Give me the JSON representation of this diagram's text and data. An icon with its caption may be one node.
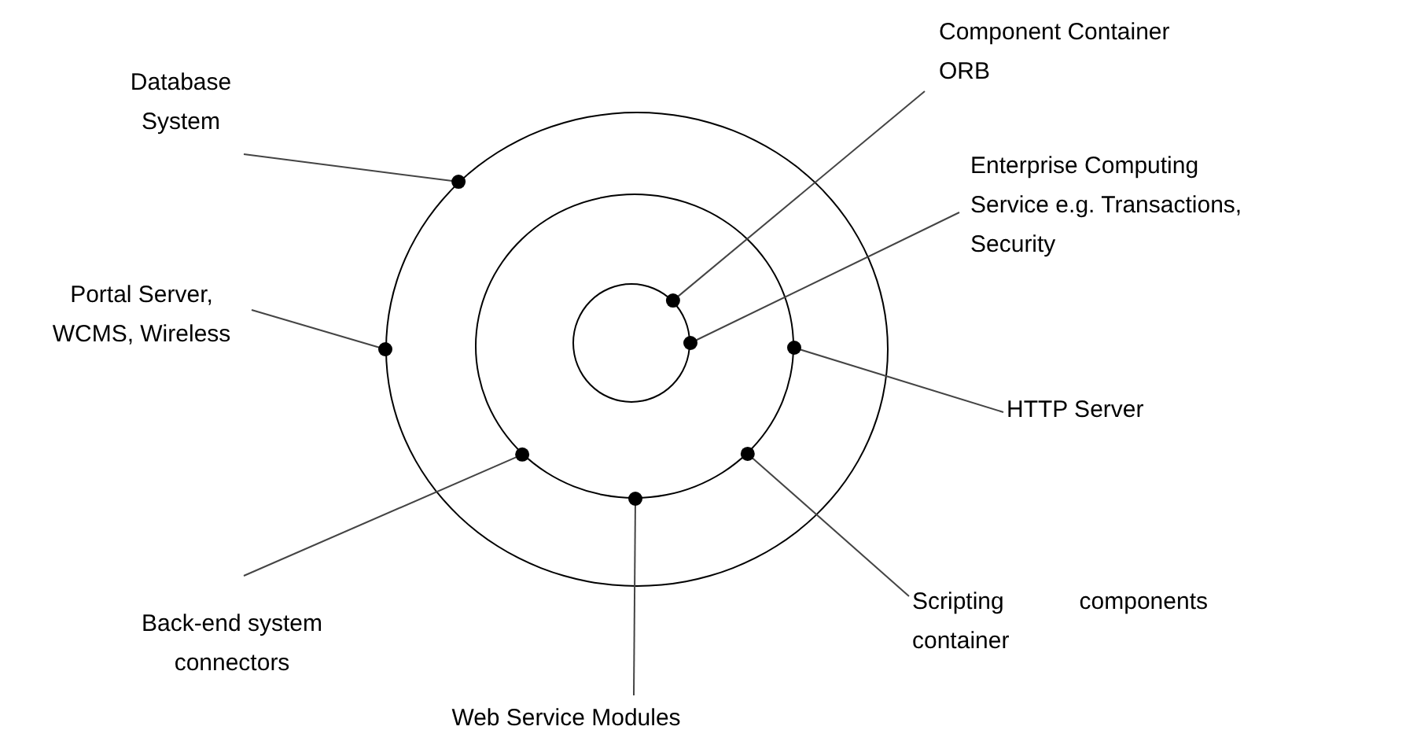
{
  "diagram": {
    "nodes": [
      {
        "text": [],
        "shape": "circle"
      },
      {
        "text": [],
        "shape": "circle",
        "in": 0
      },
      {
        "text": [],
        "shape": "circle",
        "in": 1
      },
      {
        "text": [
          "Component Container ORB"
        ]
      },
      {
        "text": [
          "Database System"
        ]
      },
      {
        "text": [
          "Enterprise Computing Service e.g. Transactions, Security"
        ]
      },
      {
        "text": [
          "Portal Server, WCMS, Wireless"
        ]
      },
      {
        "text": [
          "HTTP Server"
        ]
      },
      {
        "text": [
          "Scripting components container"
        ]
      },
      {
        "text": [
          "Back-end system connectors"
        ]
      },
      {
        "text": [
          "Web Service Modules"
        ]
      }
    ],
    "edges": [
      {
        "from": 4,
        "to": 0,
        "arrow": "other"
      },
      {
        "from": 6,
        "to": 0,
        "arrow": "other"
      },
      {
        "from": 3,
        "to": 2,
        "arrow": "other"
      },
      {
        "from": 5,
        "to": 2,
        "arrow": "other"
      },
      {
        "from": 7,
        "to": 1,
        "arrow": "other"
      },
      {
        "from": 8,
        "to": 1,
        "arrow": "other"
      },
      {
        "from": 9,
        "to": 1,
        "arrow": "other"
      },
      {
        "from": 10,
        "to": 1,
        "arrow": "other"
      }
    ]
  }
}
